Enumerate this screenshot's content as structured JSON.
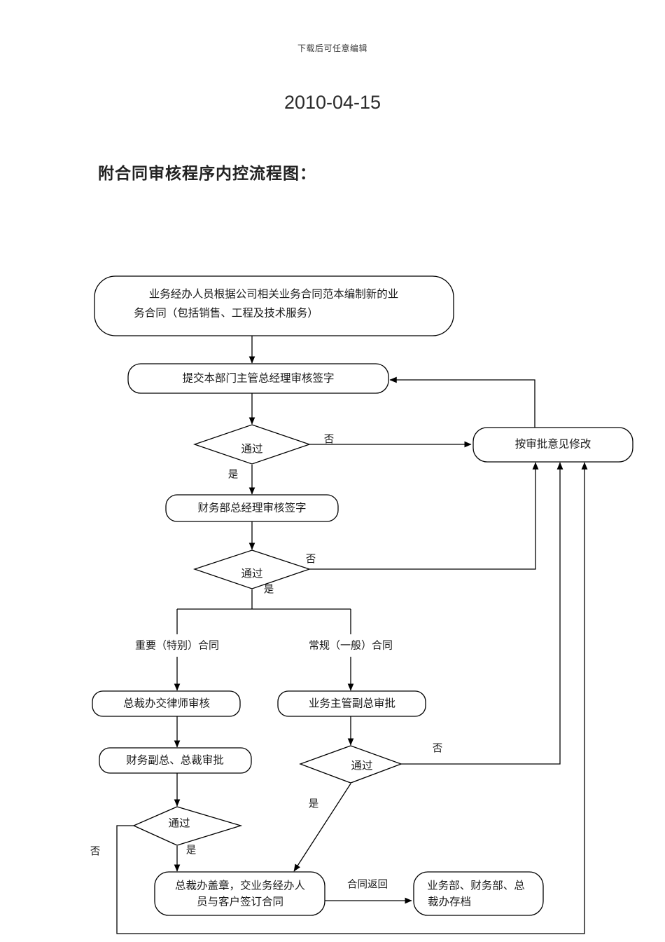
{
  "document": {
    "header_note": "下载后可任意编辑",
    "date": "2010-04-15",
    "title": "附合同审核程序内控流程图："
  },
  "flowchart": {
    "nodes": {
      "start": "业务经办人员根据公司相关业务合同范本编制新的业务合同（包括销售、工程及技术服务）",
      "start_line1": "业务经办人员根据公司相关业务合同范本编制新的业",
      "start_line2": "务合同（包括销售、工程及技术服务）",
      "submit_dept": "提交本部门主管总经理审核签字",
      "decision1": "通过",
      "revise": "按审批意见修改",
      "finance_gm": "财务部总经理审核签字",
      "decision2": "通过",
      "lawyer_review": "总裁办交律师审核",
      "vp_business": "业务主管副总审批",
      "finance_vp_ceo": "财务副总、总裁审批",
      "decision3": "通过",
      "decision4": "通过",
      "seal_sign_line1": "总裁办盖章，交业务经办人",
      "seal_sign_line2": "员与客户签订合同",
      "seal_sign": "总裁办盖章，交业务经办人员与客户签订合同",
      "archive_line1": "业务部、财务部、总",
      "archive_line2": "裁办存档",
      "archive": "业务部、财务部、总裁办存档"
    },
    "edge_labels": {
      "no": "否",
      "yes": "是",
      "important_contract": "重要（特别）合同",
      "regular_contract": "常规（一般）合同",
      "contract_return": "合同返回"
    }
  },
  "colors": {
    "line": "#000000",
    "text": "#1a1a1a",
    "background": "#ffffff"
  }
}
